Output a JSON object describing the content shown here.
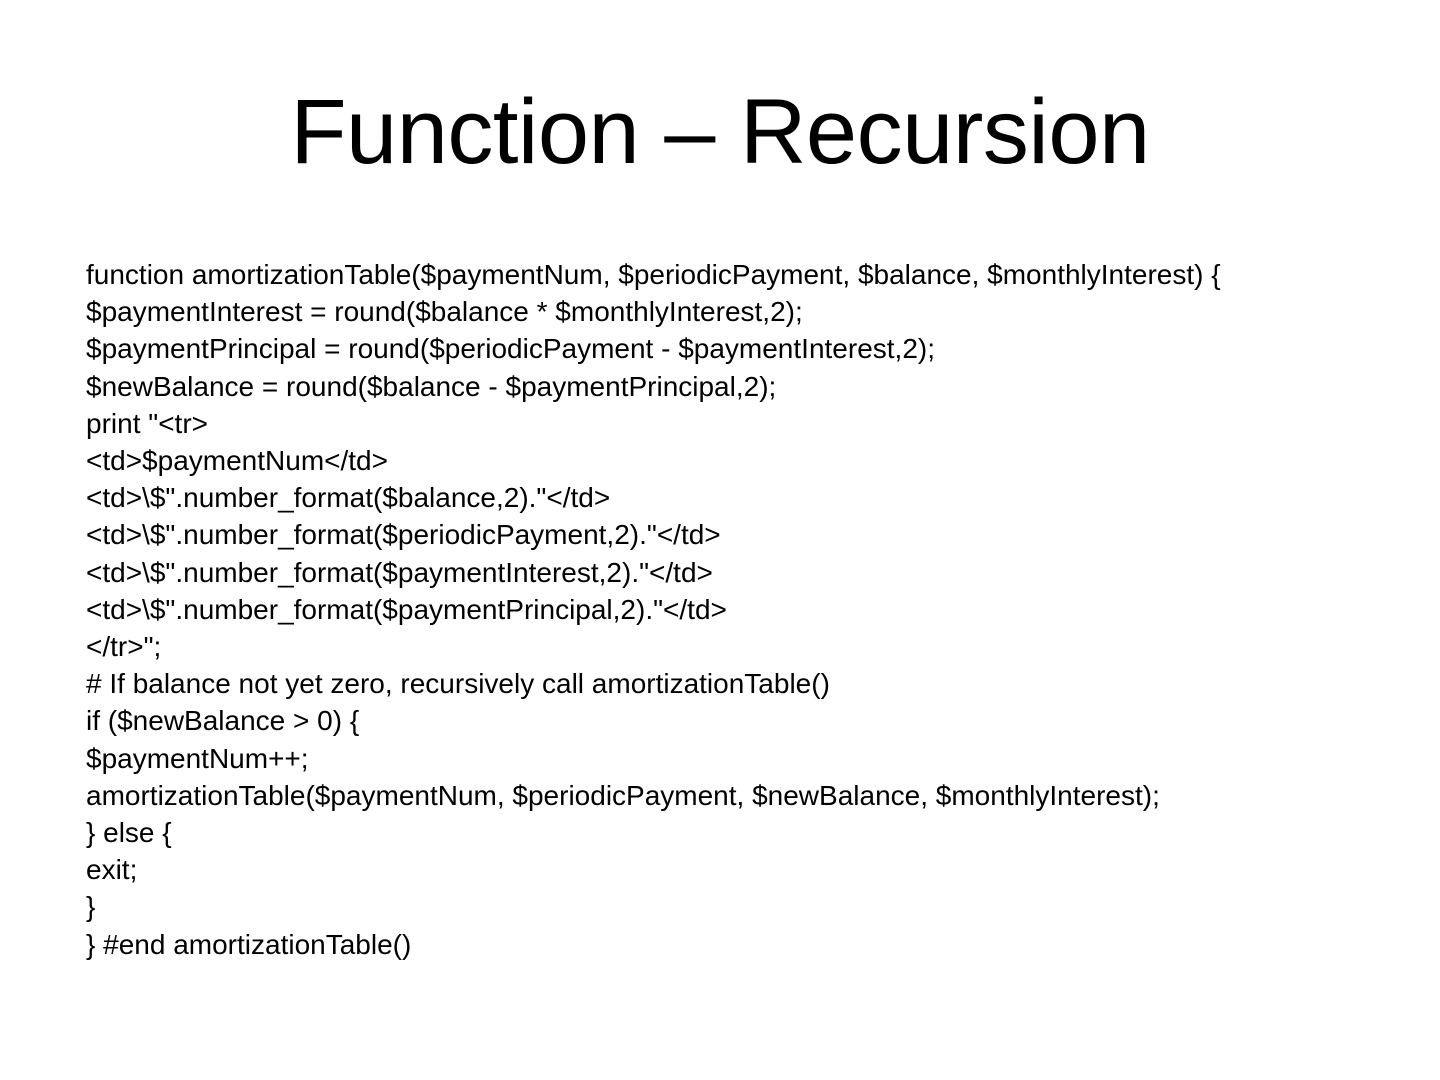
{
  "slide": {
    "title": "Function – Recursion",
    "background_color": "#ffffff",
    "text_color": "#000000",
    "code_lines": [
      "function amortizationTable($paymentNum, $periodicPayment, $balance, $monthlyInterest) {",
      "$paymentInterest = round($balance * $monthlyInterest,2);",
      "$paymentPrincipal = round($periodicPayment - $paymentInterest,2);",
      "$newBalance = round($balance - $paymentPrincipal,2);",
      "print \"<tr>",
      "<td>$paymentNum</td>",
      "<td>\\$\".number_format($balance,2).\"</td>",
      "<td>\\$\".number_format($periodicPayment,2).\"</td>",
      "<td>\\$\".number_format($paymentInterest,2).\"</td>",
      "<td>\\$\".number_format($paymentPrincipal,2).\"</td>",
      "</tr>\";",
      "# If balance not yet zero, recursively call amortizationTable()",
      "if ($newBalance > 0) {",
      "$paymentNum++;",
      "amortizationTable($paymentNum, $periodicPayment, $newBalance, $monthlyInterest);",
      "} else {",
      "exit;",
      "}",
      "} #end amortizationTable()"
    ]
  }
}
